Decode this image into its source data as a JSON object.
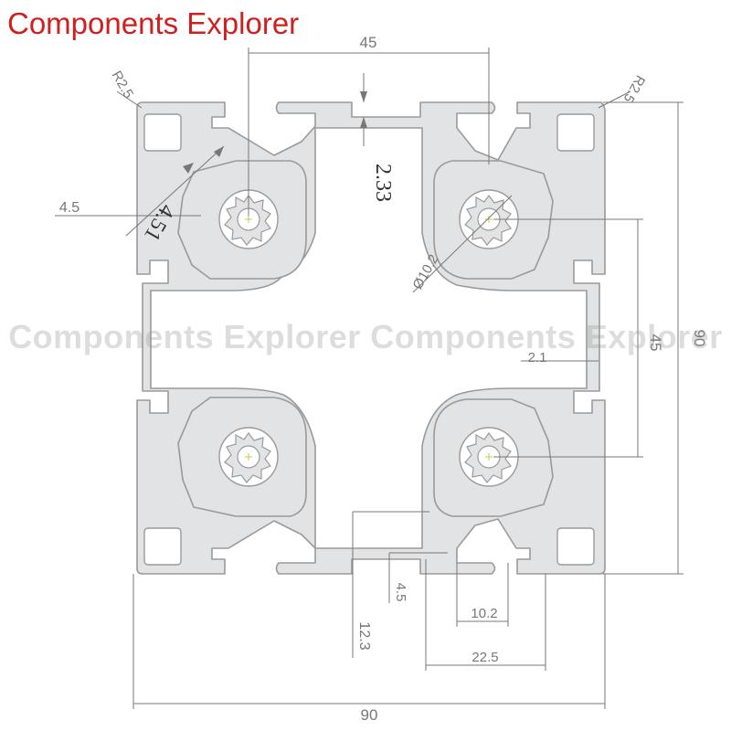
{
  "brand": {
    "title": "Components Explorer",
    "color": "#d11e1e"
  },
  "watermark": {
    "text": "Components Explorer Components Explorer"
  },
  "profile": {
    "fill_color": "#e2e3e4",
    "outline_color": "#9a9a9a",
    "dimension_color": "#777777"
  },
  "dimensions": {
    "center_spacing_top": "45",
    "overall_height": "90",
    "overall_width": "90",
    "center_spacing_right": "45",
    "corner_radius_left": "R2.5",
    "corner_radius_right": "R2.5",
    "slot_depth": "2.33",
    "slot_wall": "4.5",
    "rib_thickness": "4.51",
    "bore_diameter": "Ø10.2",
    "web_thickness": "2.1",
    "slot_lip": "4.5",
    "slot_height": "12.3",
    "slot_width_inner": "10.2",
    "slot_width_outer": "22.5"
  }
}
